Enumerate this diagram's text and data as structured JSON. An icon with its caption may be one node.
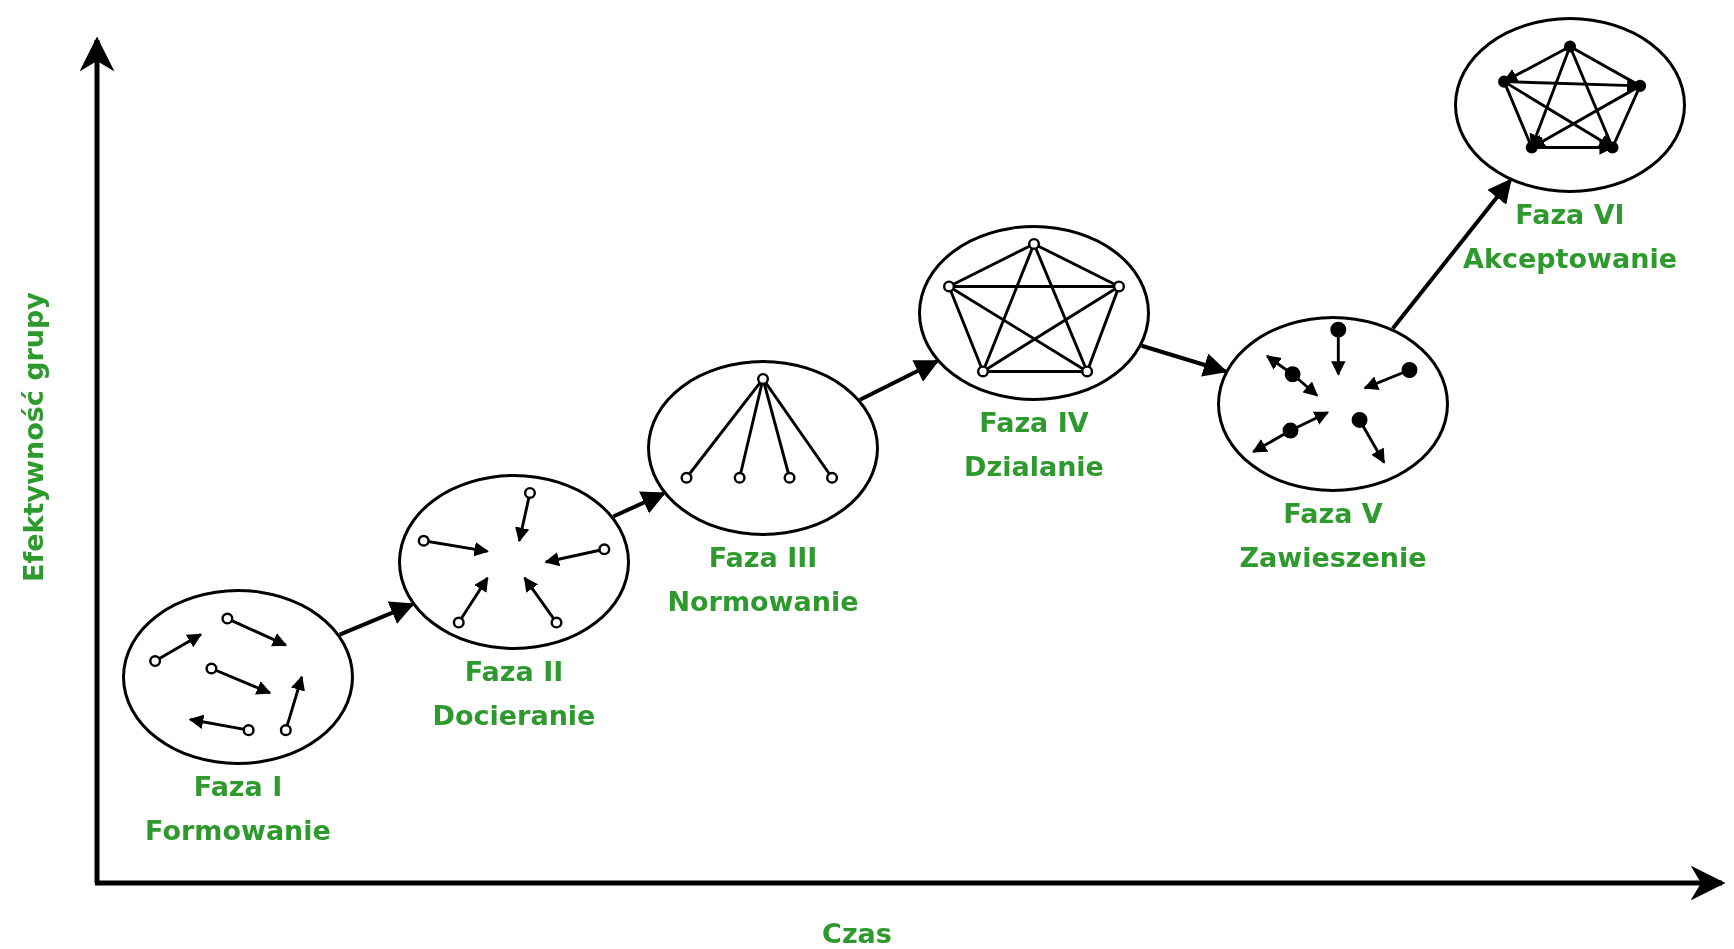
{
  "diagram": {
    "nodes": [
      {
        "text": [
          "Faza I",
          "Formowanie"
        ]
      },
      {
        "text": [
          "Faza II",
          "Docieranie"
        ]
      },
      {
        "text": [
          "Faza III",
          "Normowanie"
        ]
      },
      {
        "text": [
          "Faza IV",
          "Dzialanie"
        ]
      },
      {
        "text": [
          "Faza V",
          "Zawieszenie"
        ]
      },
      {
        "text": [
          "Faza VI",
          "Akceptowanie"
        ]
      }
    ],
    "edges": [
      {
        "from": 0,
        "to": 1,
        "arrow": "to"
      },
      {
        "from": 1,
        "to": 2,
        "arrow": "to"
      },
      {
        "from": 2,
        "to": 3,
        "arrow": "to"
      },
      {
        "from": 3,
        "to": 4,
        "arrow": "to"
      },
      {
        "from": 4,
        "to": 5,
        "arrow": "to"
      }
    ],
    "labels": [
      "Efektywność grupy",
      "Czas"
    ]
  }
}
